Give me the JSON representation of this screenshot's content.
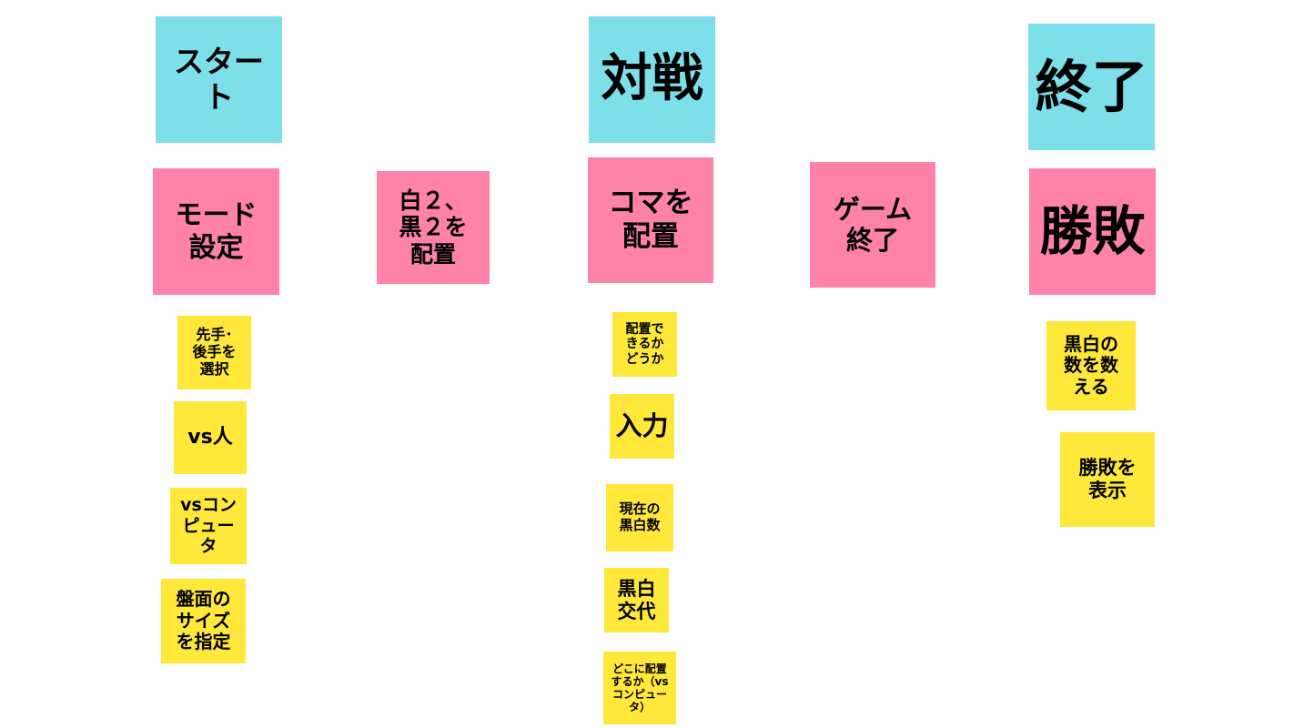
{
  "colors": {
    "stage": "#7ddfe9",
    "step": "#ff82a9",
    "detail": "#ffe83a",
    "background": "#ffffff",
    "text": "#000000"
  },
  "stages": {
    "start": "スター\nト",
    "battle": "対戦",
    "end": "終了"
  },
  "steps": {
    "mode_setting": "モード\n設定",
    "place_initial": "白２、\n黒２を\n配置",
    "place_piece": "コマを\n配置",
    "game_over": "ゲーム\n終了",
    "result": "勝敗"
  },
  "details": {
    "mode": [
      "先手･\n後手を\n選択",
      "vs人",
      "vsコン\nピュー\nタ",
      "盤面の\nサイズ\nを指定"
    ],
    "place": [
      "配置で\nきるか\nどうか",
      "入力",
      "現在の\n黒白数",
      "黒白\n交代",
      "どこに配置\nするか（vs\nコンピュー\nタ）"
    ],
    "result": [
      "黒白の\n数を数\nえる",
      "勝敗を\n表示"
    ]
  }
}
